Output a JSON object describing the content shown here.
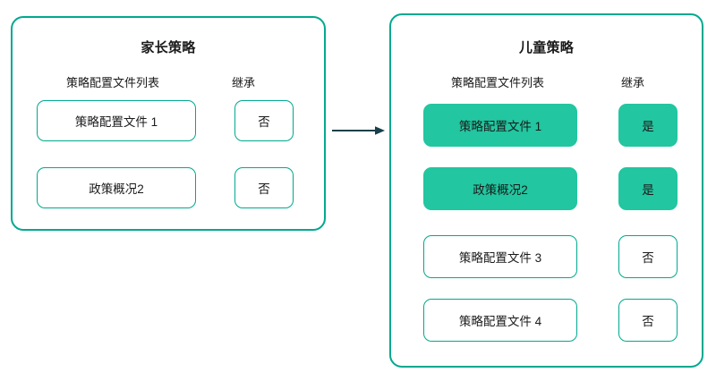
{
  "diagram": {
    "type": "flow",
    "arrow": {
      "name": "inheritance-arrow",
      "direction": "right",
      "color": "#17404a"
    }
  },
  "palette": {
    "border": "#00a98f",
    "fill": "#22c6a0",
    "text": "#1a1a1a",
    "arrow": "#17404a",
    "background": "#ffffff"
  },
  "parent_panel": {
    "title": "家长策略",
    "columns": {
      "list": "策略配置文件列表",
      "inheritance": "继承"
    },
    "rows": [
      {
        "name": "策略配置文件 1",
        "inherited": "否",
        "highlighted": false
      },
      {
        "name": "政策概况2",
        "inherited": "否",
        "highlighted": false
      }
    ]
  },
  "child_panel": {
    "title": "儿童策略",
    "columns": {
      "list": "策略配置文件列表",
      "inheritance": "继承"
    },
    "rows": [
      {
        "name": "策略配置文件 1",
        "inherited": "是",
        "highlighted": true
      },
      {
        "name": "政策概况2",
        "inherited": "是",
        "highlighted": true
      },
      {
        "name": "策略配置文件 3",
        "inherited": "否",
        "highlighted": false
      },
      {
        "name": "策略配置文件 4",
        "inherited": "否",
        "highlighted": false
      }
    ]
  }
}
